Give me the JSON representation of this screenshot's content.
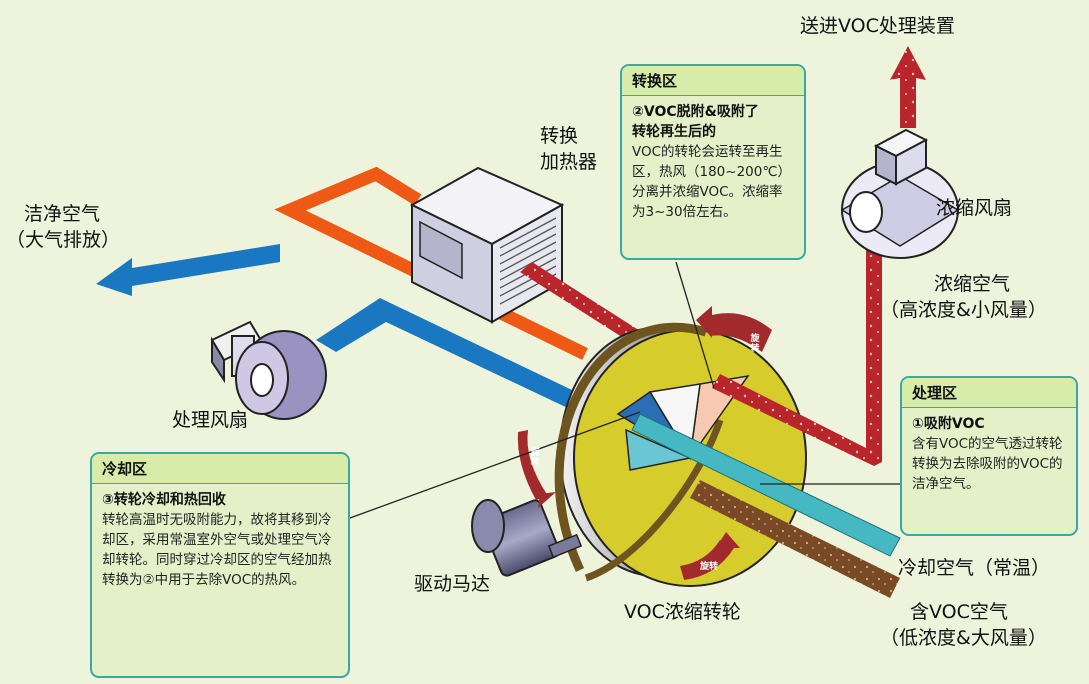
{
  "labels": {
    "send_voc": "送进VOC处理装置",
    "clean_air": "洁净空气",
    "clean_air_sub": "（大气排放）",
    "switch_heater_1": "转换",
    "switch_heater_2": "加热器",
    "concentrate_fan": "浓缩风扇",
    "concentrate_air": "浓缩空气",
    "concentrate_air_sub": "（高浓度&小风量）",
    "process_fan": "处理风扇",
    "drive_motor": "驱动马达",
    "rotor": "VOC浓缩转轮",
    "cooling_air": "冷却空气（常温）",
    "voc_air": "含VOC空气",
    "voc_air_sub": "（低浓度&大风量）",
    "rotate": "旋转"
  },
  "boxes": {
    "switch_zone": {
      "title": "转换区",
      "subtitle_1": "②VOC脱附&吸附了",
      "subtitle_2": "转轮再生后的",
      "body": "VOC的转轮会运转至再生区，热风（180~200℃）分离并浓缩VOC。浓缩率为3~30倍左右。"
    },
    "process_zone": {
      "title": "处理区",
      "subtitle": "①吸附VOC",
      "body": "含有VOC的空气透过转轮转换为去除吸附的VOC的洁净空气。"
    },
    "cooling_zone": {
      "title": "冷却区",
      "subtitle": "③转轮冷却和热回收",
      "body": "转轮高温时无吸附能力，故将其移到冷却区，采用常温室外空气或处理空气冷却转轮。同时穿过冷却区的空气经加热转换为②中用于去除VOC的热风。"
    }
  },
  "colors": {
    "background": "#eef4db",
    "clean_air_blue": "#1a78c2",
    "hot_air_orange": "#ee5a16",
    "concentrated_red": "#b8262c",
    "cooling_cyan": "#46b8c2",
    "voc_brown": "#7a4a26",
    "rotor_yellow": "#d6cd2c",
    "box_border": "#3aa9a3"
  }
}
